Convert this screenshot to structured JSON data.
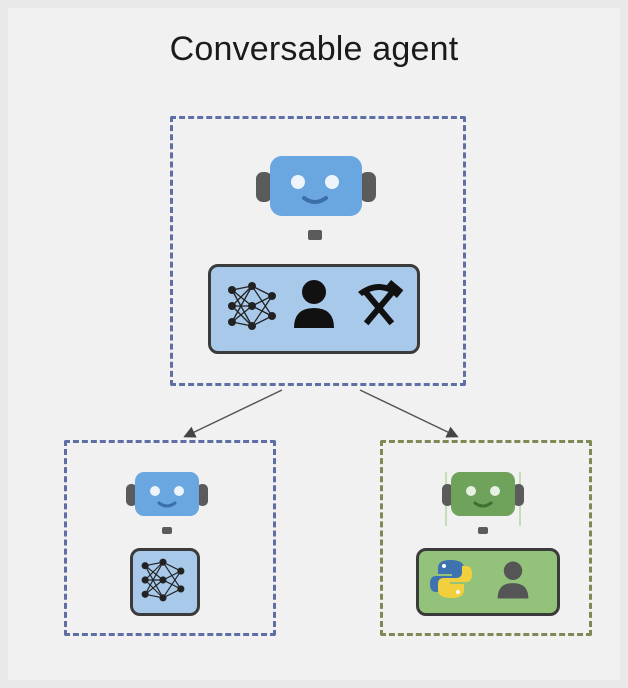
{
  "title": "Conversable agent",
  "colors": {
    "background": "#f1f1f1",
    "blue_robot": "#6aa6df",
    "green_robot": "#6fa35b",
    "blue_panel": "#a8c9ea",
    "green_panel": "#93c27a",
    "blue_border": "#5f6fa5",
    "green_border": "#7e8a55"
  },
  "top_agent": {
    "robot_icon": "robot-icon-blue",
    "capabilities": [
      "neural-network-icon",
      "person-icon",
      "hammer-pick-icon"
    ]
  },
  "left_agent": {
    "robot_icon": "robot-icon-blue",
    "capabilities": [
      "neural-network-icon"
    ]
  },
  "right_agent": {
    "robot_icon": "robot-icon-green",
    "capabilities": [
      "python-icon",
      "person-icon"
    ]
  }
}
